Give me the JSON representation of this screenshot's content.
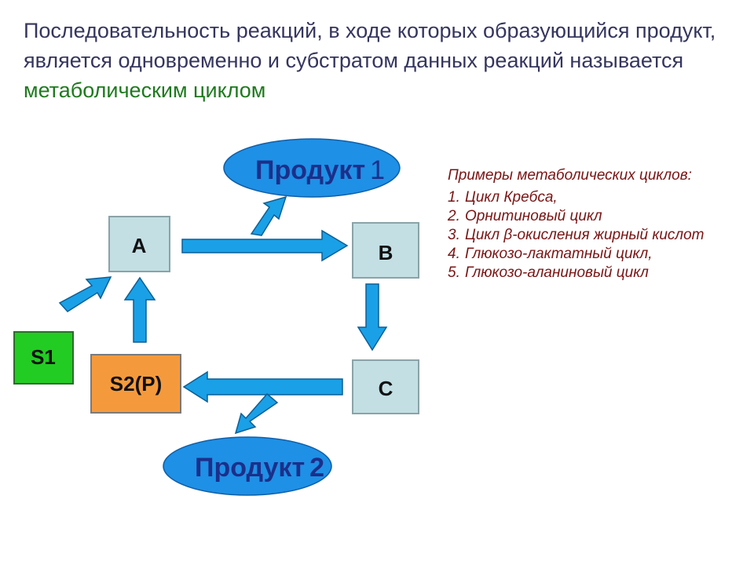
{
  "intro": {
    "text": "Последовательность реакций, в ходе которых образующийся продукт, является одновременно и субстратом данных реакций называется ",
    "term": "метаболическим циклом"
  },
  "nodes": {
    "a": "A",
    "b": "B",
    "c": "C",
    "s1": "S1",
    "s2": "S2(P)",
    "product1": {
      "word": "Продукт",
      "num": "1"
    },
    "product2": {
      "word": "Продукт",
      "num": "2"
    }
  },
  "examples": {
    "title": "Примеры метаболических циклов:",
    "items": [
      {
        "num": "1.",
        "text": "Цикл Кребса,"
      },
      {
        "num": "2.",
        "text": "Орнитиновый цикл"
      },
      {
        "num": "3.",
        "text": "Цикл β-окисления жирный кислот"
      },
      {
        "num": "4.",
        "text": "Глюкозо-лактатный цикл,"
      },
      {
        "num": "5.",
        "text": "Глюкозо-аланиновый цикл"
      }
    ]
  },
  "colors": {
    "arrow": "#1aa0e6",
    "box_fill": "#c3dfe4",
    "ellipse_fill": "#1e90e6",
    "s1_fill": "#22cc22",
    "s2_fill": "#f59a3c"
  }
}
